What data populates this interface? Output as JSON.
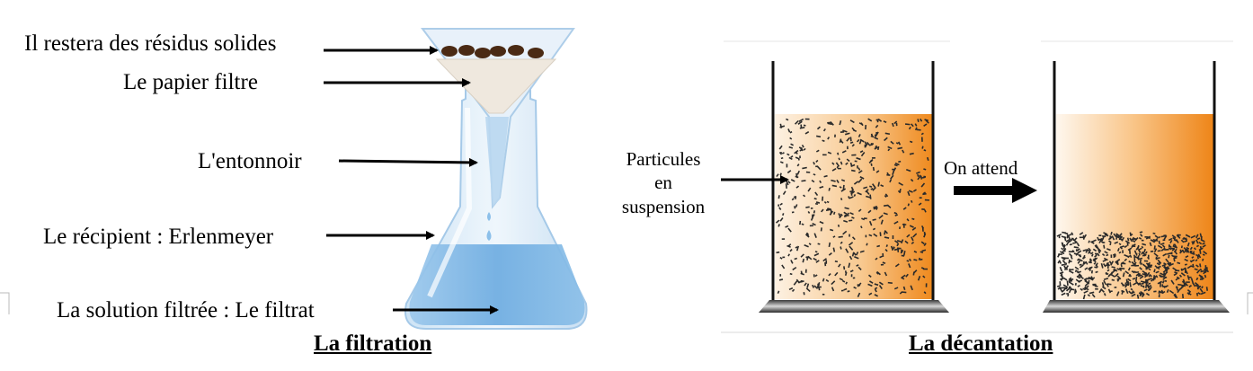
{
  "filtration": {
    "labels": {
      "residus": "Il restera des résidus solides",
      "papier": "Le papier filtre",
      "entonnoir": "L'entonnoir",
      "recipient": "Le récipient : Erlenmeyer",
      "filtrat": "La solution filtrée : Le filtrat"
    },
    "caption": "La filtration"
  },
  "decantation": {
    "particules": [
      "Particules",
      "en",
      "suspension"
    ],
    "attente": "On attend",
    "caption": "La décantation"
  },
  "colors": {
    "liquid_blue": "#7fb6e6",
    "glass": "#d7eaf8",
    "orange": "#ef8a1e",
    "residue": "#4a2a14",
    "particles": "#2a2a2a"
  }
}
